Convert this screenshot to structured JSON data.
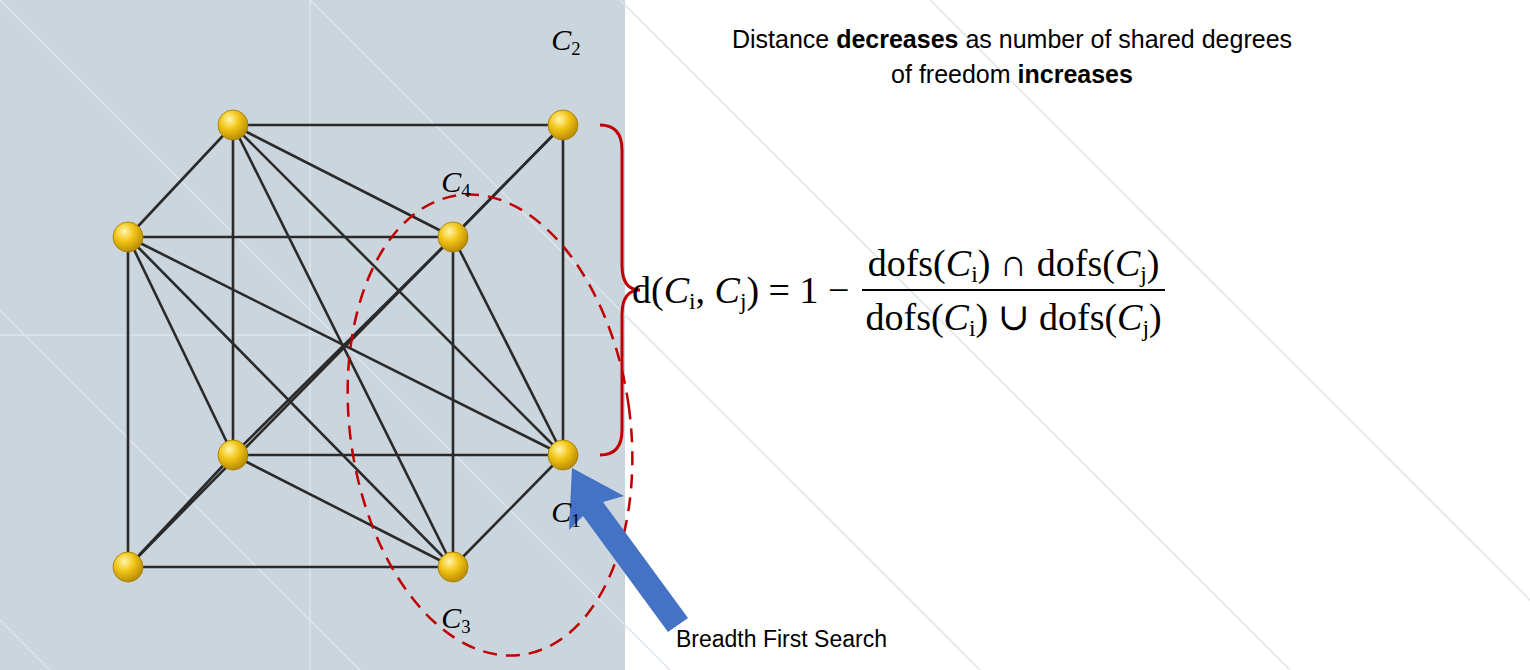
{
  "diagram": {
    "labels": [
      "C2",
      "C4",
      "C1",
      "C3",
      "Distance decreases as number of shared degrees of freedom increases",
      "d(Ci, Cj) = 1 −",
      "dofs(Ci) ∩ dofs(Cj)",
      "dofs(Ci) ∪ dofs(Cj)",
      "Breadth First Search"
    ]
  }
}
